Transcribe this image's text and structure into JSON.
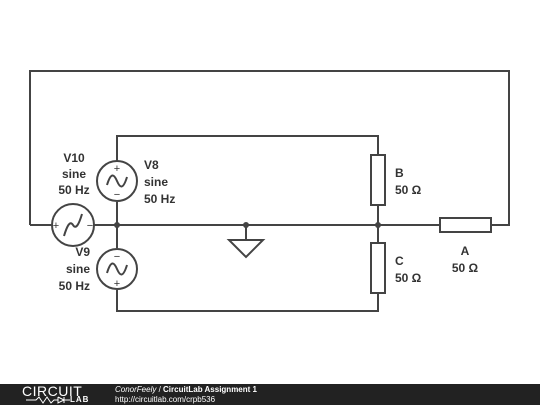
{
  "components": {
    "V10": {
      "name": "V10",
      "type": "sine",
      "freq": "50 Hz"
    },
    "V8": {
      "name": "V8",
      "type": "sine",
      "freq": "50 Hz"
    },
    "V9": {
      "name": "V9",
      "type": "sine",
      "freq": "50 Hz"
    },
    "B": {
      "name": "B",
      "value": "50 Ω"
    },
    "C": {
      "name": "C",
      "value": "50 Ω"
    },
    "A": {
      "name": "A",
      "value": "50 Ω"
    }
  },
  "polarity": {
    "plus": "+",
    "minus": "−"
  },
  "footer": {
    "logo_top": "CIRCUIT",
    "logo_bottom": "LAB",
    "author": "ConorFeely",
    "separator": " / ",
    "title": "CircuitLab Assignment 1",
    "url": "http://circuitlab.com/crpb536"
  },
  "colors": {
    "wire": "#444444",
    "footer_bg": "#222222",
    "background": "#ffffff"
  }
}
